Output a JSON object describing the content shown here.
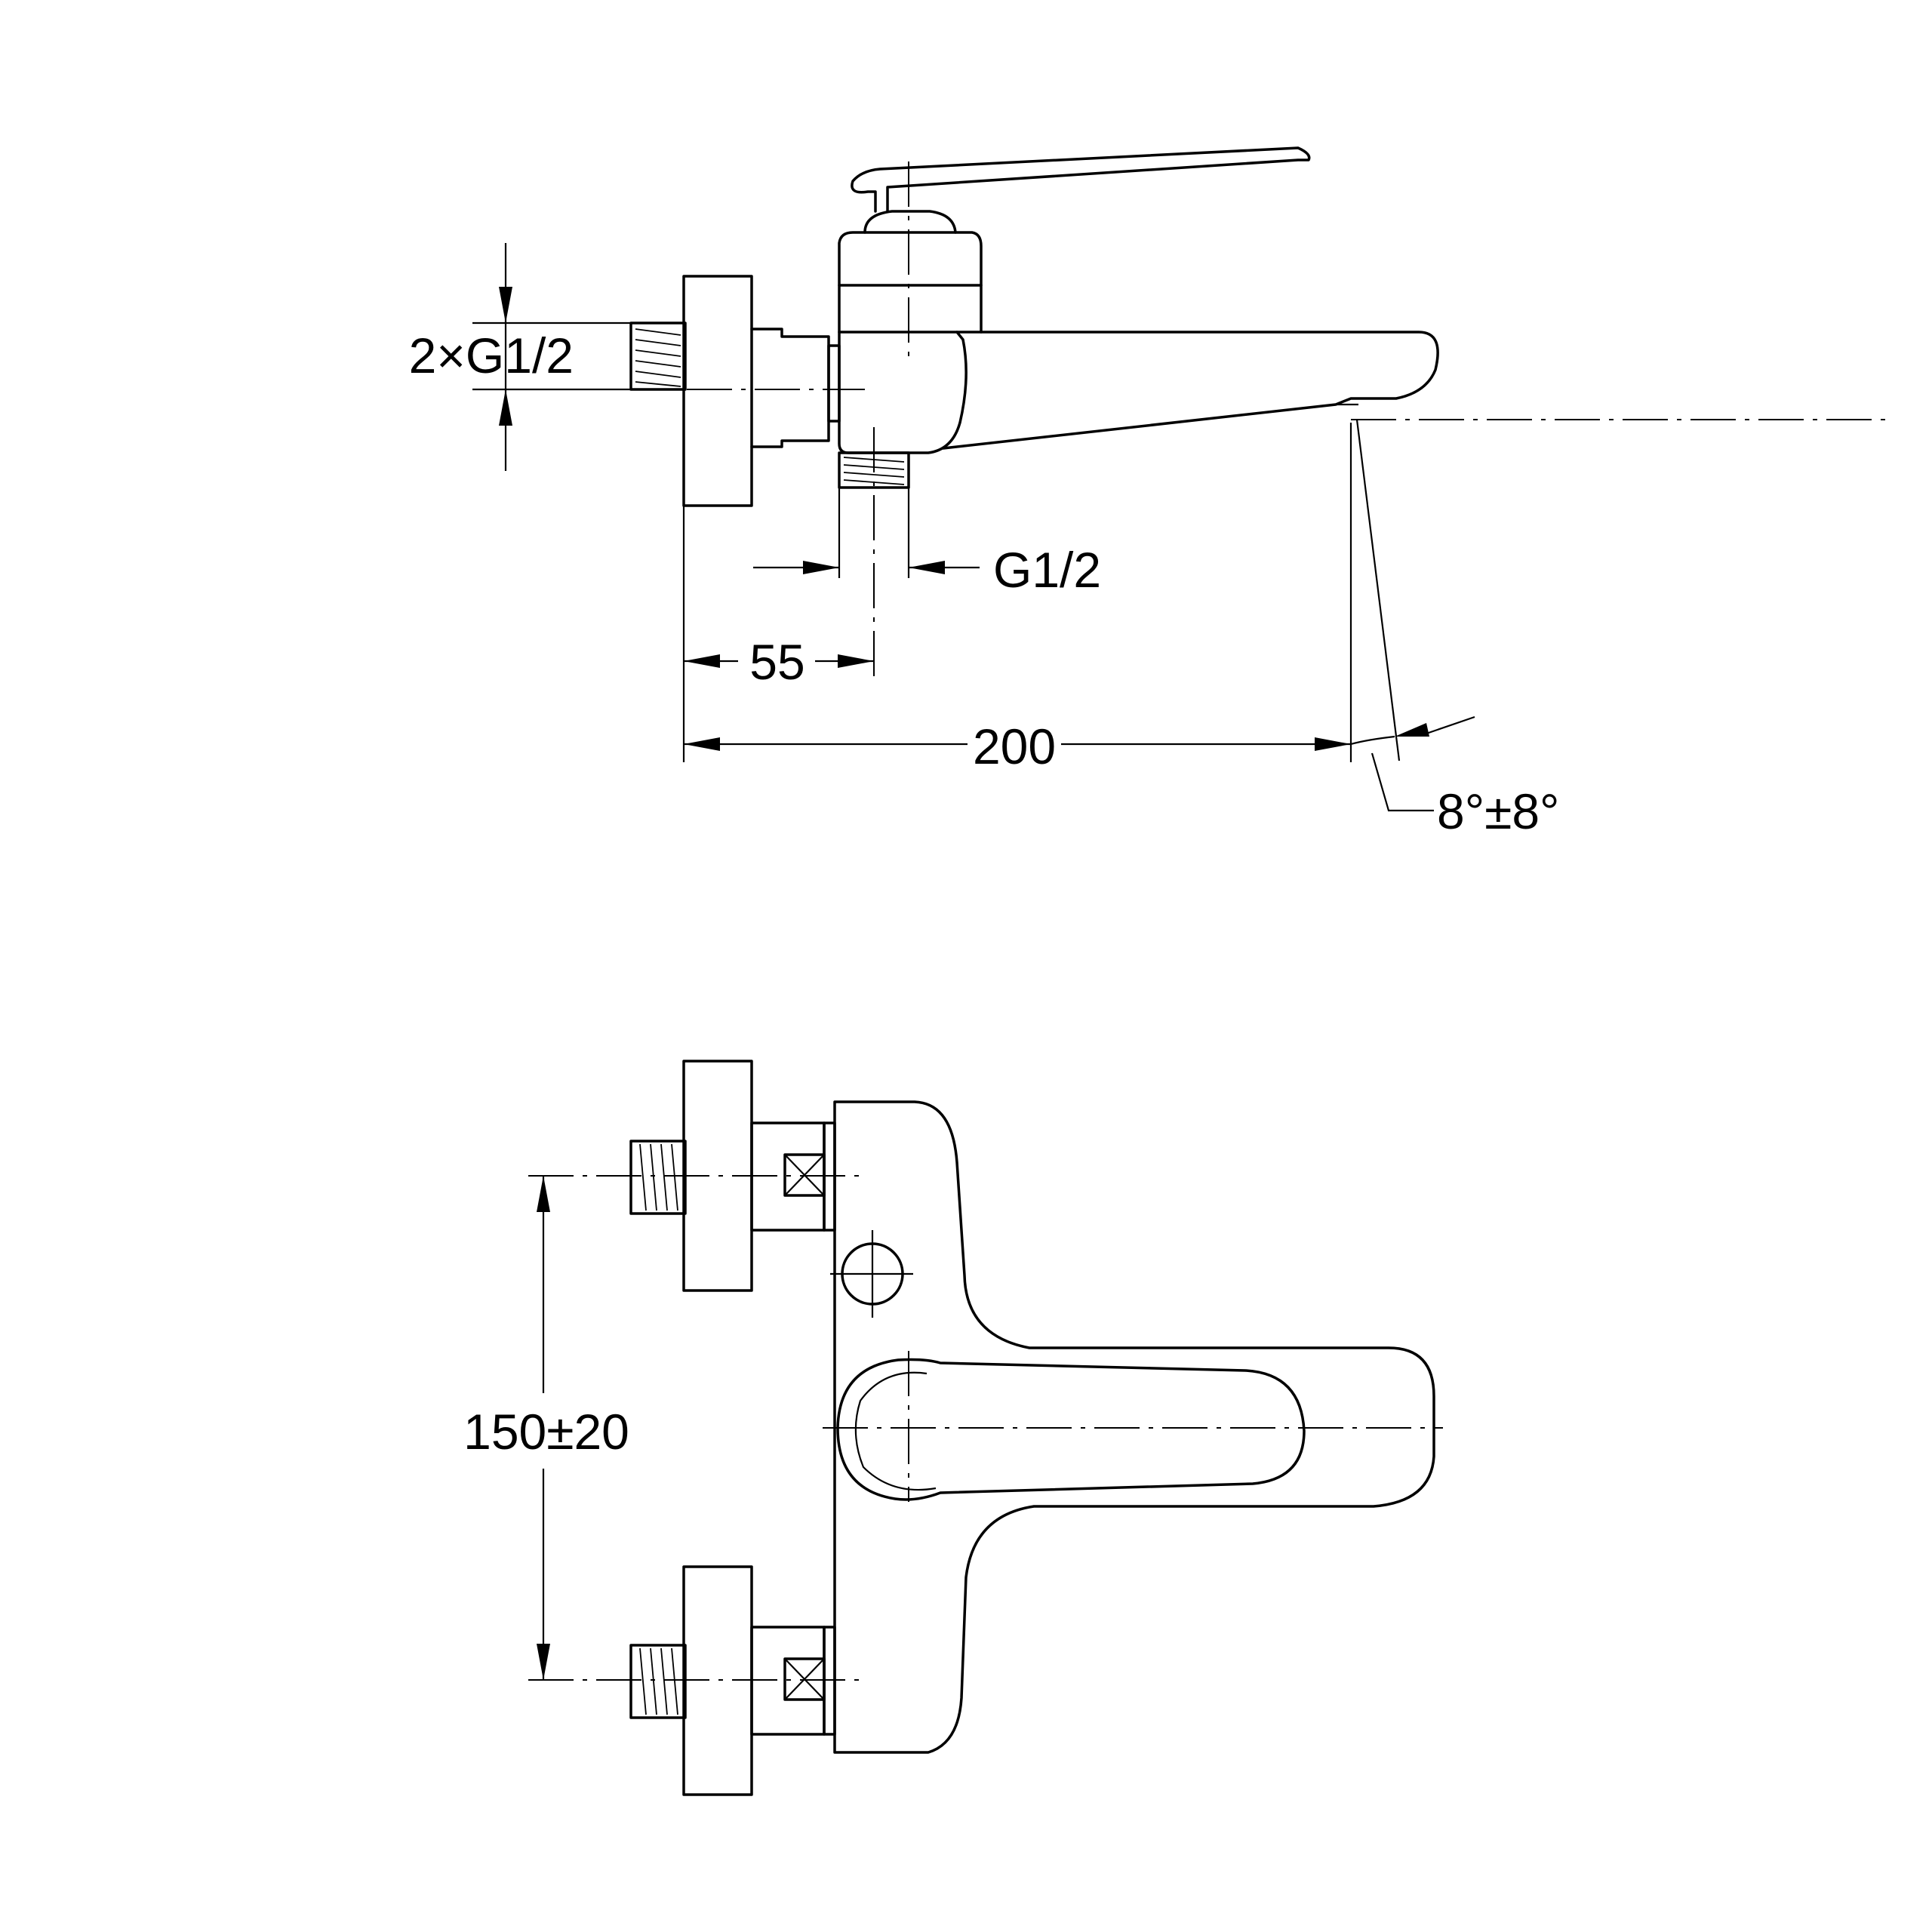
{
  "side_view": {
    "inlet_dimension": "2×G1/2",
    "outlet_thread": "G1/2",
    "center_offset": "55",
    "spout_projection": "200",
    "spout_angle": "8°±8°"
  },
  "front_view": {
    "inlet_spacing": "150±20"
  }
}
